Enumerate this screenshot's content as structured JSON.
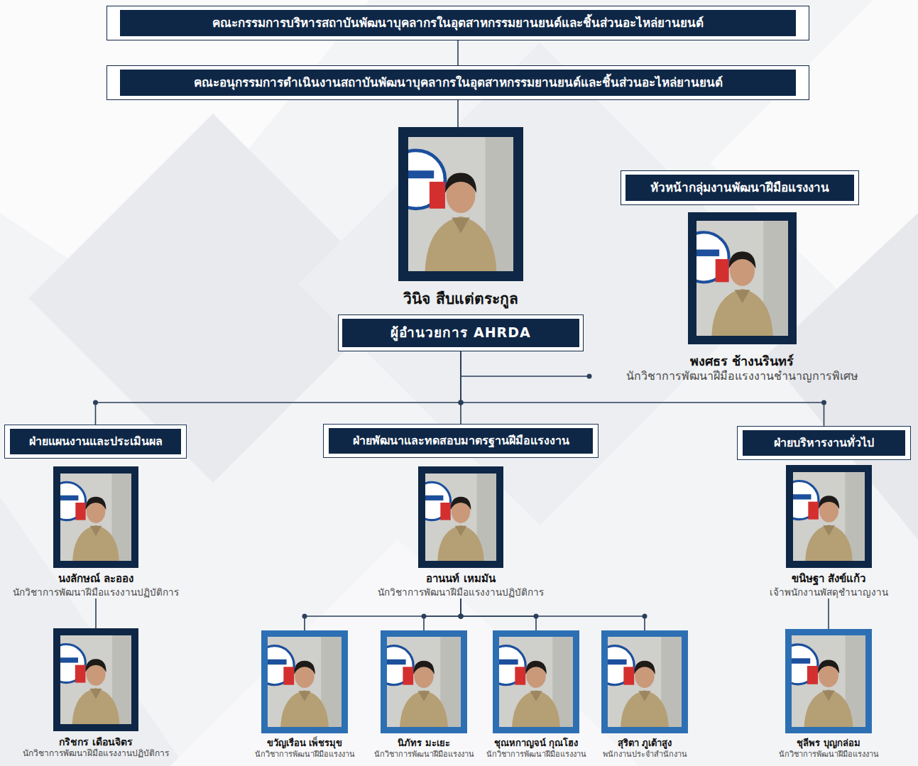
{
  "diagram": {
    "nodes": [
      {
        "text": [
          "คณะกรรมการบริหารสถาบันพัฒนาบุคลากรในอุตสาหกรรมยานยนต์และชิ้นส่วนอะไหล่ยานยนต์"
        ]
      },
      {
        "text": [
          "คณะอนุกรรมการดำเนินงานสถาบันพัฒนาบุคลากรในอุตสาหกรรมยานยนต์และชิ้นส่วนอะไหล่ยานยนต์"
        ]
      },
      {
        "text": [
          "วินิจ สืบแต่ตระกูล",
          "ผู้อำนวยการ AHRDA"
        ]
      },
      {
        "text": [
          "หัวหน้ากลุ่มงานพัฒนาฝีมือแรงงาน",
          "พงศธร ช้างนรินทร์",
          "นักวิชาการพัฒนาฝีมือแรงงานชำนาญการพิเศษ"
        ]
      },
      {
        "text": [
          "ฝ่ายแผนงานและประเมินผล"
        ]
      },
      {
        "text": [
          "ฝ่ายพัฒนาและทดสอบมาตรฐานฝีมือแรงงาน"
        ]
      },
      {
        "text": [
          "ฝ่ายบริหารงานทั่วไป"
        ]
      },
      {
        "text": [
          "นงลักษณ์ ละออง",
          "นักวิชาการพัฒนาฝีมือแรงงานปฏิบัติการ"
        ]
      },
      {
        "text": [
          "อานนท์ เหมมัน",
          "นักวิชาการพัฒนาฝีมือแรงงานปฏิบัติการ"
        ]
      },
      {
        "text": [
          "ขนิษฐา สังข์แก้ว",
          "เจ้าพนักงานพัสดุชำนาญงาน"
        ]
      },
      {
        "text": [
          "กริชกร เดือนจิตร",
          "นักวิชาการพัฒนาฝีมือแรงงานปฏิบัติการ"
        ]
      },
      {
        "text": [
          "ขวัญเรือน เพ็ชรมุข",
          "นักวิชาการพัฒนาฝีมือแรงงาน"
        ]
      },
      {
        "text": [
          "นิภัทร มะเยะ",
          "นักวิชาการพัฒนาฝีมือแรงงาน"
        ]
      },
      {
        "text": [
          "ชุณหกาญจน์ กุณโฮง",
          "นักวิชาการพัฒนาฝีมือแรงงาน"
        ]
      },
      {
        "text": [
          "สุริตา ภูเต้าสูง",
          "พนักงานประจำสำนักงาน"
        ]
      },
      {
        "text": [
          "ชุลีพร บุญกล่อม",
          "นักวิชาการพัฒนาฝีมือแรงงาน"
        ]
      }
    ],
    "edges": [
      {
        "from": 0,
        "to": 1,
        "arrow": "none"
      },
      {
        "from": 1,
        "to": 2,
        "arrow": "none"
      },
      {
        "from": 2,
        "to": 3,
        "arrow": "none"
      },
      {
        "from": 2,
        "to": 4,
        "arrow": "none"
      },
      {
        "from": 2,
        "to": 5,
        "arrow": "none"
      },
      {
        "from": 2,
        "to": 6,
        "arrow": "none"
      },
      {
        "from": 7,
        "to": 10,
        "arrow": "none"
      },
      {
        "from": 8,
        "to": 11,
        "arrow": "none"
      },
      {
        "from": 8,
        "to": 12,
        "arrow": "none"
      },
      {
        "from": 8,
        "to": 13,
        "arrow": "none"
      },
      {
        "from": 8,
        "to": 14,
        "arrow": "none"
      },
      {
        "from": 9,
        "to": 15,
        "arrow": "none"
      }
    ]
  }
}
